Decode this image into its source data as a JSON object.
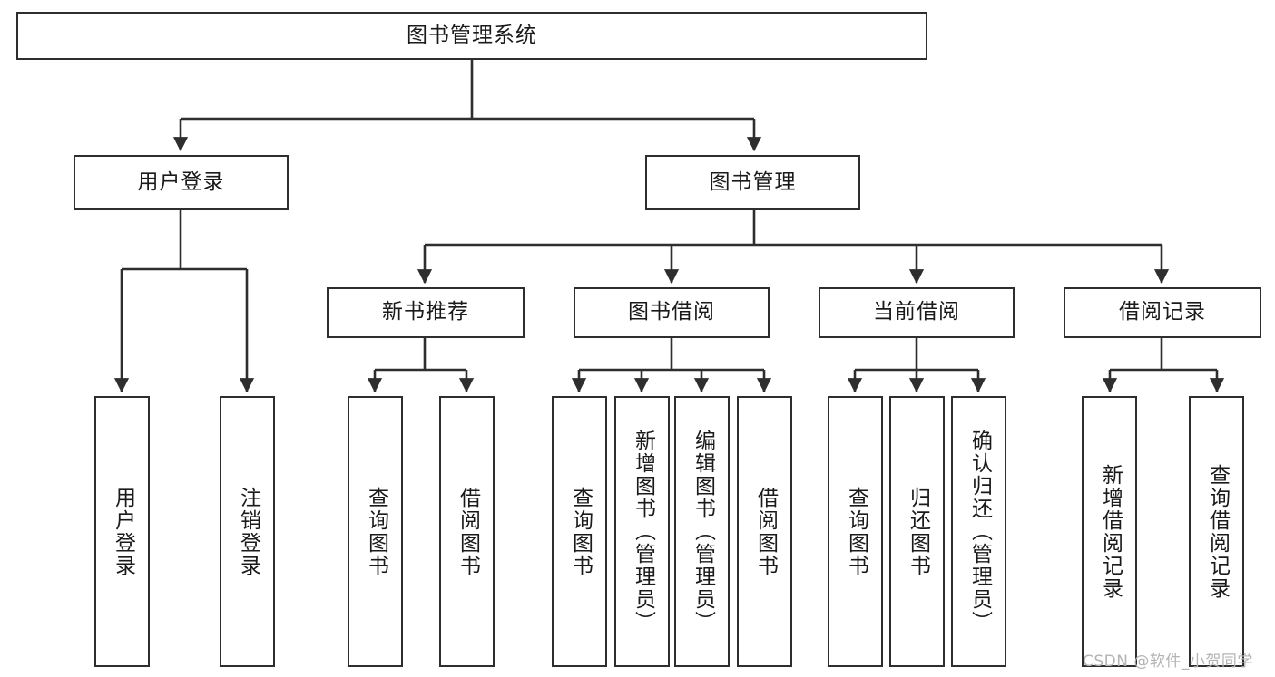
{
  "diagram": {
    "title": "图书管理系统",
    "type": "tree-hierarchy-chart",
    "colors": {
      "box_border": "#2e2e2e",
      "box_fill": "#ffffff",
      "edge": "#2e2e2e",
      "text": "#1a1a1a",
      "watermark": "#b4b4b4",
      "background": "#ffffff"
    },
    "root": {
      "label": "图书管理系统"
    },
    "level2": [
      {
        "label": "用户登录"
      },
      {
        "label": "图书管理"
      }
    ],
    "level3": [
      {
        "label": "新书推荐"
      },
      {
        "label": "图书借阅"
      },
      {
        "label": "当前借阅"
      },
      {
        "label": "借阅记录"
      }
    ],
    "leaves": {
      "user_login": [
        {
          "label": "用户登录"
        },
        {
          "label": "注销登录"
        }
      ],
      "new_book_recommend": [
        {
          "label": "查询图书"
        },
        {
          "label": "借阅图书"
        }
      ],
      "book_borrow": [
        {
          "label": "查询图书"
        },
        {
          "label": "新增图书（管理员）"
        },
        {
          "label": "编辑图书（管理员）"
        },
        {
          "label": "借阅图书"
        }
      ],
      "current_borrow": [
        {
          "label": "查询图书"
        },
        {
          "label": "归还图书"
        },
        {
          "label": "确认归还（管理员）"
        }
      ],
      "borrow_record": [
        {
          "label": "新增借阅记录"
        },
        {
          "label": "查询借阅记录"
        }
      ]
    },
    "watermark": "CSDN @软件_小贺同学"
  }
}
